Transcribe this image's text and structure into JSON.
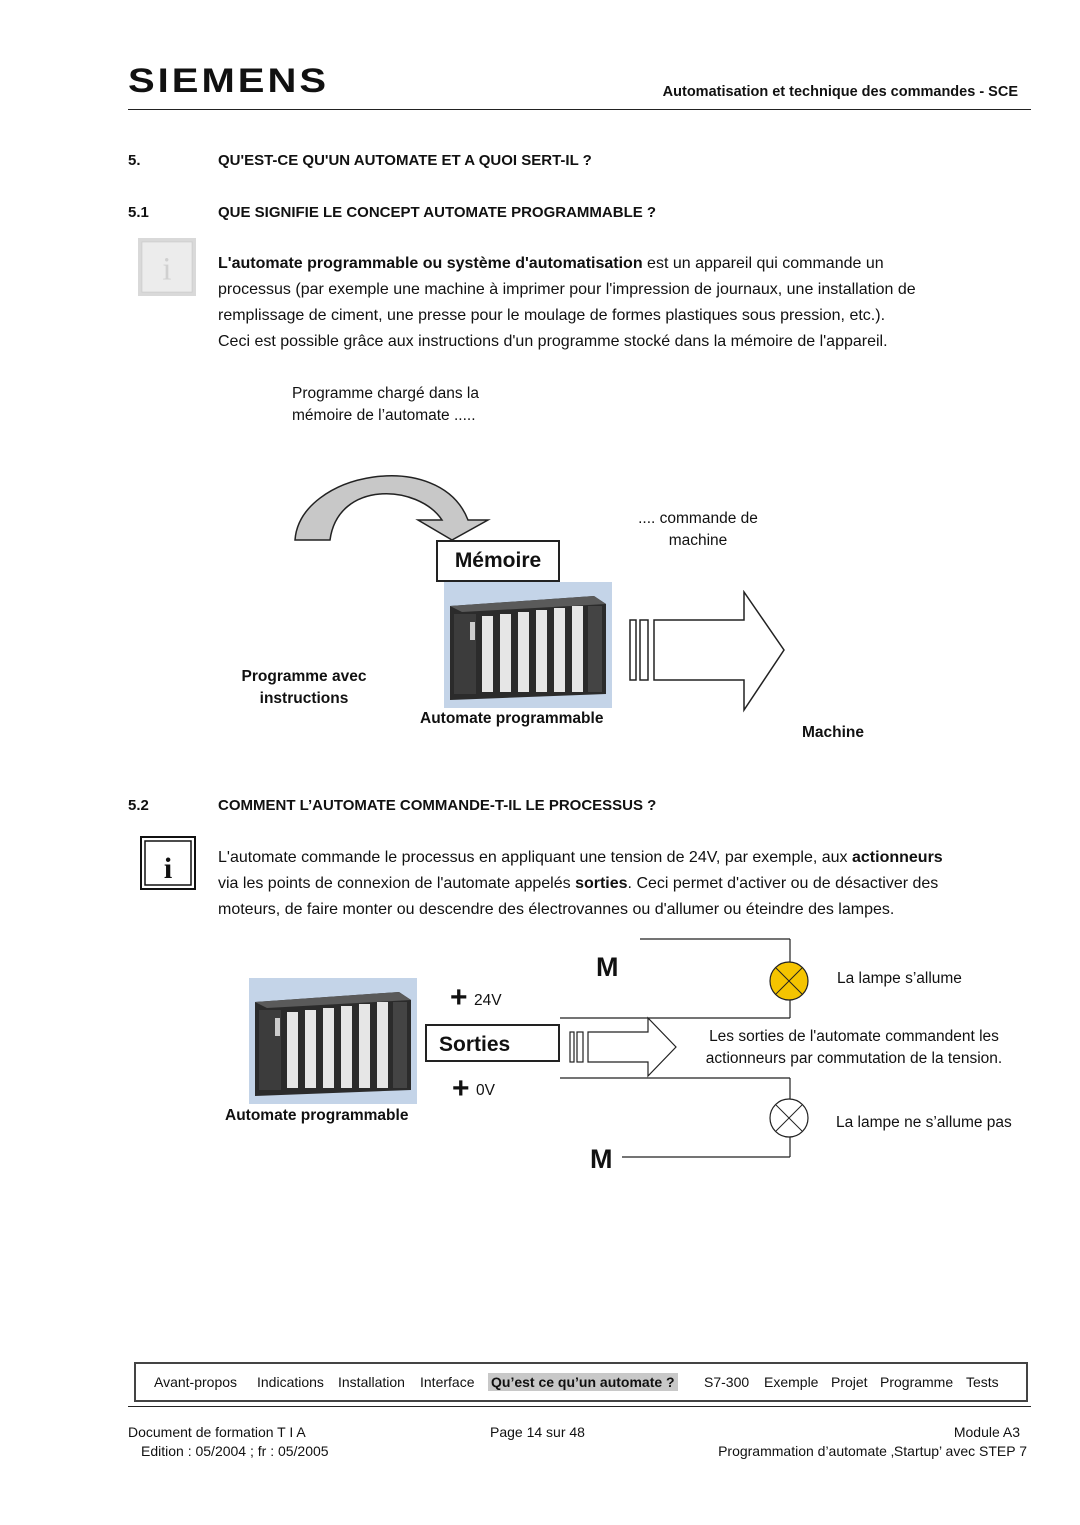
{
  "header": {
    "logo": "SIEMENS",
    "title": "Automatisation et technique des commandes - SCE"
  },
  "section5": {
    "number": "5.",
    "title": "QU'EST-CE QU'UN AUTOMATE ET A QUOI SERT-IL ?"
  },
  "section51": {
    "number": "5.1",
    "title": "QUE SIGNIFIE LE CONCEPT AUTOMATE PROGRAMMABLE ?",
    "para_bold": "L'automate programmable ou système d'automatisation",
    "para_line1_rest": " est un appareil qui commande un",
    "para_line2": "processus (par exemple une machine à imprimer pour l'impression de journaux, une installation de",
    "para_line3": "remplissage de ciment, une presse pour le moulage de formes plastiques sous pression, etc.).",
    "para_line4": "Ceci est possible grâce aux instructions d'un programme stocké dans la mémoire de l'appareil."
  },
  "diagram1": {
    "prog_charge_line1": "Programme chargé dans la",
    "prog_charge_line2": "mémoire de l’automate .....",
    "commande_line1": ".... commande de",
    "commande_line2": "machine",
    "memoire": "Mémoire",
    "programme_line1": "Programme avec",
    "programme_line2": "instructions",
    "automate": "Automate programmable",
    "machine": "Machine"
  },
  "section52": {
    "number": "5.2",
    "title": "COMMENT L’AUTOMATE COMMANDE-T-IL LE PROCESSUS ?",
    "line1_pre": "L'automate commande le processus en appliquant une tension de 24V, par exemple, aux ",
    "line1_bold": "actionneurs",
    "line2_pre": "via les points de connexion de l'automate appelés ",
    "line2_bold": "sorties",
    "line2_post": ". Ceci permet d'activer ou de désactiver des",
    "line3": "moteurs, de faire monter ou descendre des électrovannes ou d'allumer ou éteindre des lampes."
  },
  "diagram2": {
    "m_top": "M",
    "m_bottom": "M",
    "v24": "24V",
    "v0": "0V",
    "sorties": "Sorties",
    "automate": "Automate programmable",
    "lamp_on": "La lampe s’allume",
    "lamp_off": "La lampe ne s’allume pas",
    "desc_line1": "Les sorties de l'automate commandent les",
    "desc_line2": "actionneurs par commutation de la tension.",
    "lamp_on_color": "#f5c400"
  },
  "nav": {
    "items": [
      "Avant-propos",
      "Indications",
      "Installation",
      "Interface",
      "Qu’est ce qu’un automate ?",
      "S7-300",
      "Exemple",
      "Projet",
      "Programme",
      "Tests"
    ],
    "active": "Qu’est ce qu’un automate ?"
  },
  "footer": {
    "doc": "Document de formation T I A",
    "edition": "Edition : 05/2004 ; fr : 05/2005",
    "page": "Page 14 sur 48",
    "module": "Module A3",
    "programmation": "Programmation d’automate ‚Startup’ avec STEP 7"
  }
}
